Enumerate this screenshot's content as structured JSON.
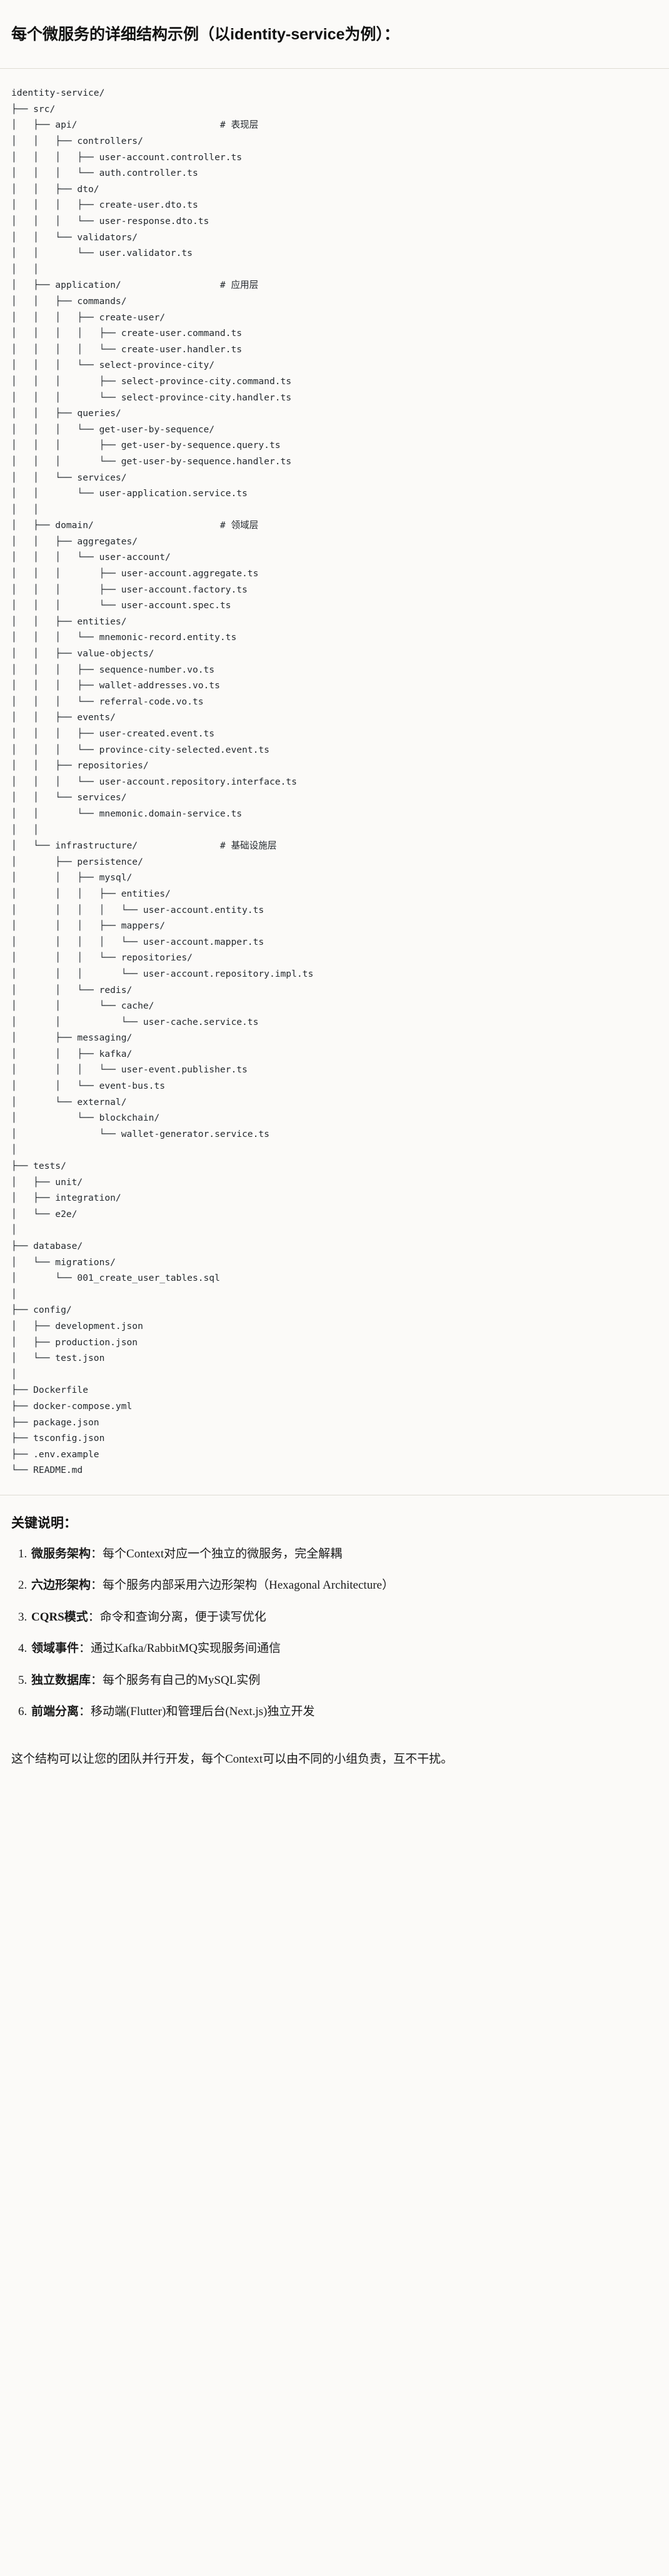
{
  "heading": "每个微服务的详细结构示例（以identity-service为例）：",
  "tree": {
    "title": "identity-service/",
    "text": "identity-service/\n├── src/\n│   ├── api/                          # 表现层\n│   │   ├── controllers/\n│   │   │   ├── user-account.controller.ts\n│   │   │   └── auth.controller.ts\n│   │   ├── dto/\n│   │   │   ├── create-user.dto.ts\n│   │   │   └── user-response.dto.ts\n│   │   └── validators/\n│   │       └── user.validator.ts\n│   │\n│   ├── application/                  # 应用层\n│   │   ├── commands/\n│   │   │   ├── create-user/\n│   │   │   │   ├── create-user.command.ts\n│   │   │   │   └── create-user.handler.ts\n│   │   │   └── select-province-city/\n│   │   │       ├── select-province-city.command.ts\n│   │   │       └── select-province-city.handler.ts\n│   │   ├── queries/\n│   │   │   └── get-user-by-sequence/\n│   │   │       ├── get-user-by-sequence.query.ts\n│   │   │       └── get-user-by-sequence.handler.ts\n│   │   └── services/\n│   │       └── user-application.service.ts\n│   │\n│   ├── domain/                       # 领域层\n│   │   ├── aggregates/\n│   │   │   └── user-account/\n│   │   │       ├── user-account.aggregate.ts\n│   │   │       ├── user-account.factory.ts\n│   │   │       └── user-account.spec.ts\n│   │   ├── entities/\n│   │   │   └── mnemonic-record.entity.ts\n│   │   ├── value-objects/\n│   │   │   ├── sequence-number.vo.ts\n│   │   │   ├── wallet-addresses.vo.ts\n│   │   │   └── referral-code.vo.ts\n│   │   ├── events/\n│   │   │   ├── user-created.event.ts\n│   │   │   └── province-city-selected.event.ts\n│   │   ├── repositories/\n│   │   │   └── user-account.repository.interface.ts\n│   │   └── services/\n│   │       └── mnemonic.domain-service.ts\n│   │\n│   └── infrastructure/               # 基础设施层\n│       ├── persistence/\n│       │   ├── mysql/\n│       │   │   ├── entities/\n│       │   │   │   └── user-account.entity.ts\n│       │   │   ├── mappers/\n│       │   │   │   └── user-account.mapper.ts\n│       │   │   └── repositories/\n│       │   │       └── user-account.repository.impl.ts\n│       │   └── redis/\n│       │       └── cache/\n│       │           └── user-cache.service.ts\n│       ├── messaging/\n│       │   ├── kafka/\n│       │   │   └── user-event.publisher.ts\n│       │   └── event-bus.ts\n│       └── external/\n│           └── blockchain/\n│               └── wallet-generator.service.ts\n│\n├── tests/\n│   ├── unit/\n│   ├── integration/\n│   └── e2e/\n│\n├── database/\n│   └── migrations/\n│       └── 001_create_user_tables.sql\n│\n├── config/\n│   ├── development.json\n│   ├── production.json\n│   └── test.json\n│\n├── Dockerfile\n├── docker-compose.yml\n├── package.json\n├── tsconfig.json\n├── .env.example\n└── README.md",
    "comments": [
      "# 表现层",
      "# 应用层",
      "# 领域层",
      "# 基础设施层"
    ]
  },
  "keypoints": {
    "title": "关键说明：",
    "items": [
      {
        "term": "微服务架构",
        "desc": "：每个Context对应一个独立的微服务，完全解耦"
      },
      {
        "term": "六边形架构",
        "desc": "：每个服务内部采用六边形架构（Hexagonal Architecture）"
      },
      {
        "term": "CQRS模式",
        "desc": "：命令和查询分离，便于读写优化"
      },
      {
        "term": "领域事件",
        "desc": "：通过Kafka/RabbitMQ实现服务间通信"
      },
      {
        "term": "独立数据库",
        "desc": "：每个服务有自己的MySQL实例"
      },
      {
        "term": "前端分离",
        "desc": "：移动端(Flutter)和管理后台(Next.js)独立开发"
      }
    ],
    "closing": "这个结构可以让您的团队并行开发，每个Context可以由不同的小组负责，互不干扰。"
  }
}
